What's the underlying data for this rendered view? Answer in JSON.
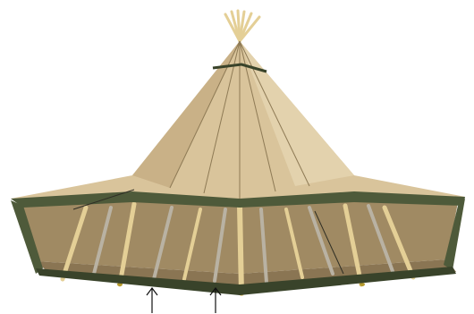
{
  "diagram": {
    "subject": "tipi-tent-with-skirt",
    "annotations": [
      {
        "name": "pole-arrow-left",
        "symbol": "up-arrow"
      },
      {
        "name": "pole-arrow-right",
        "symbol": "up-arrow"
      }
    ]
  },
  "colors": {
    "canvas_fill": "#d9c49b",
    "canvas_shade": "#c9b187",
    "canvas_light": "#e3d2ad",
    "skirt_inner": "#a08a63",
    "skirt_floor": "#8a7553",
    "trim_green": "#4e5a3a",
    "trim_dark": "#39432a",
    "pole_wood": "#e4cf96",
    "pole_gray": "#b9b2a3",
    "pole_tip": "#b59a2c",
    "seam_line": "#8e7a55",
    "arrow": "#111111"
  }
}
